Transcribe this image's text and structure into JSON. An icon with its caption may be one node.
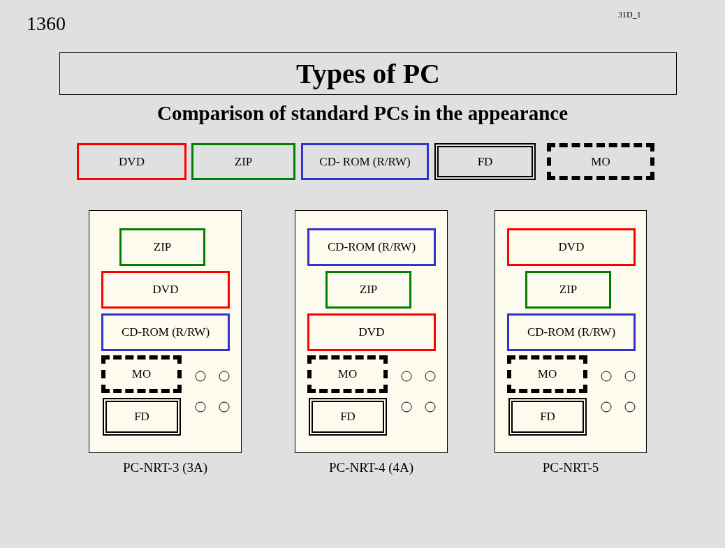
{
  "diagram": {
    "title": "Types of PC",
    "nodes": [
      {
        "text": [
          "DVD"
        ]
      },
      {
        "text": [
          "ZIP"
        ]
      },
      {
        "text": [
          "CD- ROM (R/RW)"
        ]
      },
      {
        "text": [
          "FD"
        ]
      },
      {
        "text": [
          "MO"
        ]
      },
      {
        "text": [],
        "shape": "box",
        "beside": [
          "PC-NRT-3 (3A)"
        ]
      },
      {
        "text": [
          "ZIP"
        ],
        "in": 5
      },
      {
        "text": [
          "DVD"
        ],
        "in": 5
      },
      {
        "text": [
          "CD-ROM (R/RW)"
        ],
        "in": 5
      },
      {
        "text": [
          "MO"
        ],
        "in": 5
      },
      {
        "text": [
          "FD"
        ],
        "in": 5
      },
      {
        "text": [],
        "shape": "box",
        "beside": [
          "PC-NRT-4 (4A)"
        ]
      },
      {
        "text": [
          "CD-ROM (R/RW)"
        ],
        "in": 11
      },
      {
        "text": [
          "ZIP"
        ],
        "in": 11
      },
      {
        "text": [
          "DVD"
        ],
        "in": 11
      },
      {
        "text": [
          "MO"
        ],
        "in": 11
      },
      {
        "text": [
          "FD"
        ],
        "in": 11
      },
      {
        "text": [],
        "shape": "box",
        "beside": [
          "PC-NRT-5"
        ]
      },
      {
        "text": [
          "DVD"
        ],
        "in": 17
      },
      {
        "text": [
          "ZIP"
        ],
        "in": 17
      },
      {
        "text": [
          "CD-ROM (R/RW)"
        ],
        "in": 17
      },
      {
        "text": [
          "MO"
        ],
        "in": 17
      },
      {
        "text": [
          "FD"
        ],
        "in": 17
      }
    ],
    "edges": [],
    "labels": [
      "1360",
      "31D_1",
      "Comparison of standard PCs in the appearance"
    ]
  }
}
